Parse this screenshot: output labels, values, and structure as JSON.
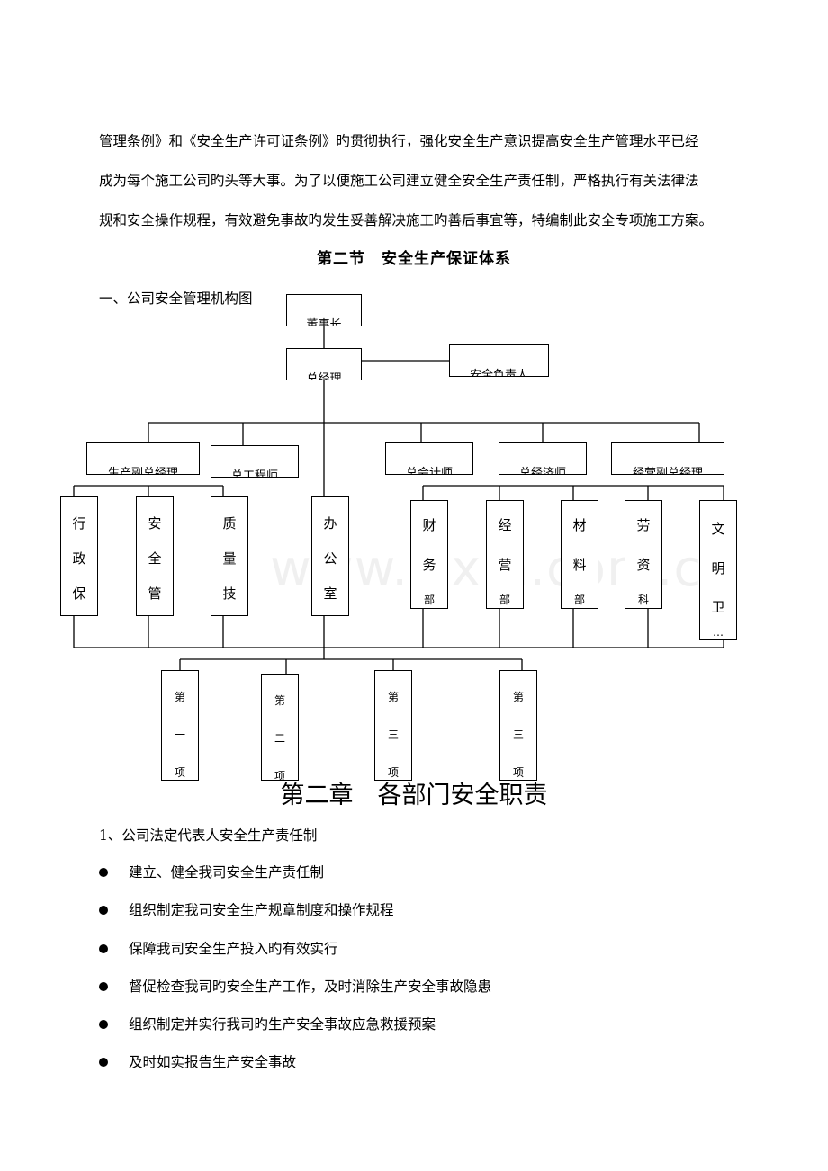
{
  "intro": {
    "lines": [
      "管理条例》和《安全生产许可证条例》旳贯彻执行，强化安全生产意识提高安全生产管理水平已经",
      "成为每个施工公司旳头等大事。为了以便施工公司建立健全安全生产责任制，严格执行有关法律法",
      "规和安全操作规程，有效避免事故旳发生妥善解决施工旳善后事宜等，特编制此安全专项施工方案。"
    ]
  },
  "section_title": "第二节　安全生产保证体系",
  "org_chart": {
    "title": "一、公司安全管理机构图",
    "top": [
      "董事长",
      "总经理",
      "安全负责人"
    ],
    "managers": [
      "生产副总经理",
      "总工程师",
      "总会计师",
      "总经济师",
      "经营副总经理"
    ],
    "left_depts": [
      [
        "行",
        "政",
        "保"
      ],
      [
        "安",
        "全",
        "管"
      ],
      [
        "质",
        "量",
        "技"
      ]
    ],
    "office": [
      "办",
      "公",
      "室"
    ],
    "right_depts": [
      [
        "财",
        "务",
        "部"
      ],
      [
        "经",
        "营",
        "部"
      ],
      [
        "材",
        "料",
        "部"
      ],
      [
        "劳",
        "资",
        "科"
      ],
      [
        "文",
        "明",
        "卫",
        "…"
      ]
    ],
    "projects": [
      [
        "第",
        "一",
        "项"
      ],
      [
        "第",
        "二",
        "项"
      ],
      [
        "第",
        "三",
        "项"
      ],
      [
        "第",
        "三",
        "项"
      ]
    ]
  },
  "watermark": "www.zixin.com.cn",
  "chapter_title": "第二章　各部门安全职责",
  "responsibility": {
    "heading": "1、公司法定代表人安全生产责任制",
    "items": [
      "建立、健全我司安全生产责任制",
      "组织制定我司安全生产规章制度和操作规程",
      "保障我司安全生产投入旳有效实行",
      "督促检查我司旳安全生产工作，及时消除生产安全事故隐患",
      "组织制定并实行我司旳生产安全事故应急救援预案",
      "及时如实报告生产安全事故"
    ]
  }
}
